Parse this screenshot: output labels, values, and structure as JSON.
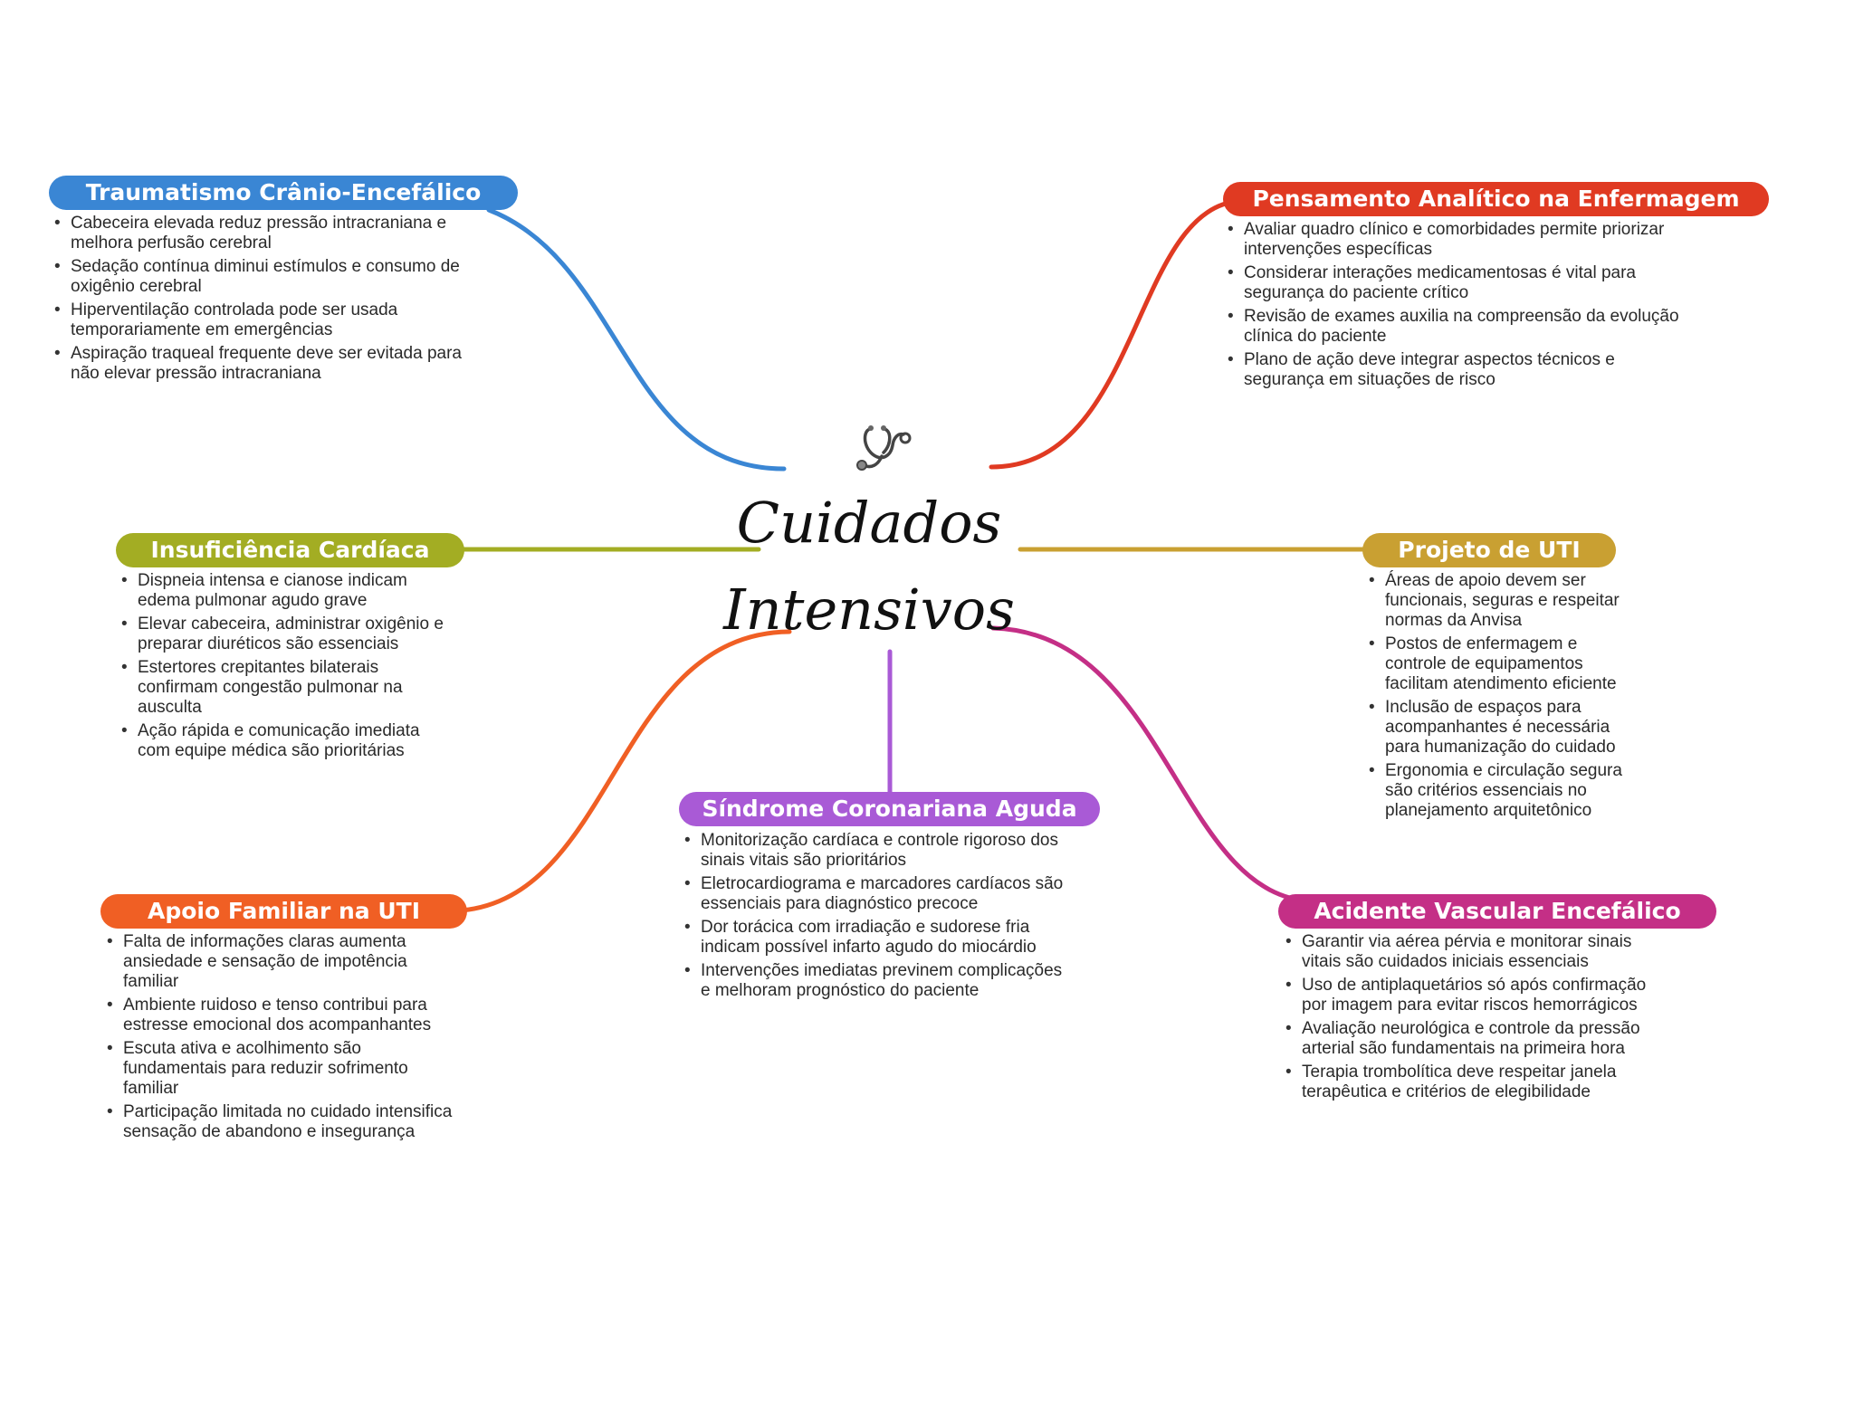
{
  "center": {
    "line1": "Cuidados",
    "line2": "Intensivos",
    "icon": "stethoscope-icon"
  },
  "branches": [
    {
      "key": "tce",
      "title": "Traumatismo Crânio-Encefálico",
      "color": "#3a86d4",
      "items": [
        "Cabeceira elevada reduz pressão intracraniana e melhora perfusão cerebral",
        "Sedação contínua diminui estímulos e consumo de oxigênio cerebral",
        "Hiperventilação controlada pode ser usada temporariamente em emergências",
        "Aspiração traqueal frequente deve ser evitada para não elevar pressão intracraniana"
      ]
    },
    {
      "key": "pensamento",
      "title": "Pensamento Analítico na Enfermagem",
      "color": "#e03a22",
      "items": [
        "Avaliar quadro clínico e comorbidades permite priorizar intervenções específicas",
        "Considerar interações medicamentosas é vital para segurança do paciente crítico",
        "Revisão de exames auxilia na compreensão da evolução clínica do paciente",
        "Plano de ação deve integrar aspectos técnicos e segurança em situações de risco"
      ]
    },
    {
      "key": "ic",
      "title": "Insuficiência Cardíaca",
      "color": "#a3ad23",
      "items": [
        "Dispneia intensa e cianose indicam edema pulmonar agudo grave",
        "Elevar cabeceira, administrar oxigênio e preparar diuréticos são essenciais",
        "Estertores crepitantes bilaterais confirmam congestão pulmonar na ausculta",
        "Ação rápida e comunicação imediata com equipe médica são prioritárias"
      ]
    },
    {
      "key": "projeto",
      "title": "Projeto de UTI",
      "color": "#c9a032",
      "items": [
        "Áreas de apoio devem ser funcionais, seguras e respeitar normas da Anvisa",
        "Postos de enfermagem e controle de equipamentos facilitam atendimento eficiente",
        "Inclusão de espaços para acompanhantes é necessária para humanização do cuidado",
        "Ergonomia e circulação segura são critérios essenciais no planejamento arquitetônico"
      ]
    },
    {
      "key": "sca",
      "title": "Síndrome Coronariana Aguda",
      "color": "#a95ad6",
      "items": [
        "Monitorização cardíaca e controle rigoroso dos sinais vitais são prioritários",
        "Eletrocardiograma e marcadores cardíacos são essenciais para diagnóstico precoce",
        "Dor torácica com irradiação e sudorese fria indicam possível infarto agudo do miocárdio",
        "Intervenções imediatas previnem complicações e melhoram prognóstico do paciente"
      ]
    },
    {
      "key": "apoio",
      "title": "Apoio Familiar na UTI",
      "color": "#f05f24",
      "items": [
        "Falta de informações claras aumenta ansiedade e sensação de impotência familiar",
        "Ambiente ruidoso e tenso contribui para estresse emocional dos acompanhantes",
        "Escuta ativa e acolhimento são fundamentais para reduzir sofrimento familiar",
        "Participação limitada no cuidado intensifica sensação de abandono e insegurança"
      ]
    },
    {
      "key": "avc",
      "title": "Acidente Vascular Encefálico",
      "color": "#c42f86",
      "items": [
        "Garantir via aérea pérvia e monitorar sinais vitais são cuidados iniciais essenciais",
        "Uso de antiplaquetários só após confirmação por imagem para evitar riscos hemorrágicos",
        "Avaliação neurológica e controle da pressão arterial são fundamentais na primeira hora",
        "Terapia trombolítica deve respeitar janela terapêutica e critérios de elegibilidade"
      ]
    }
  ]
}
